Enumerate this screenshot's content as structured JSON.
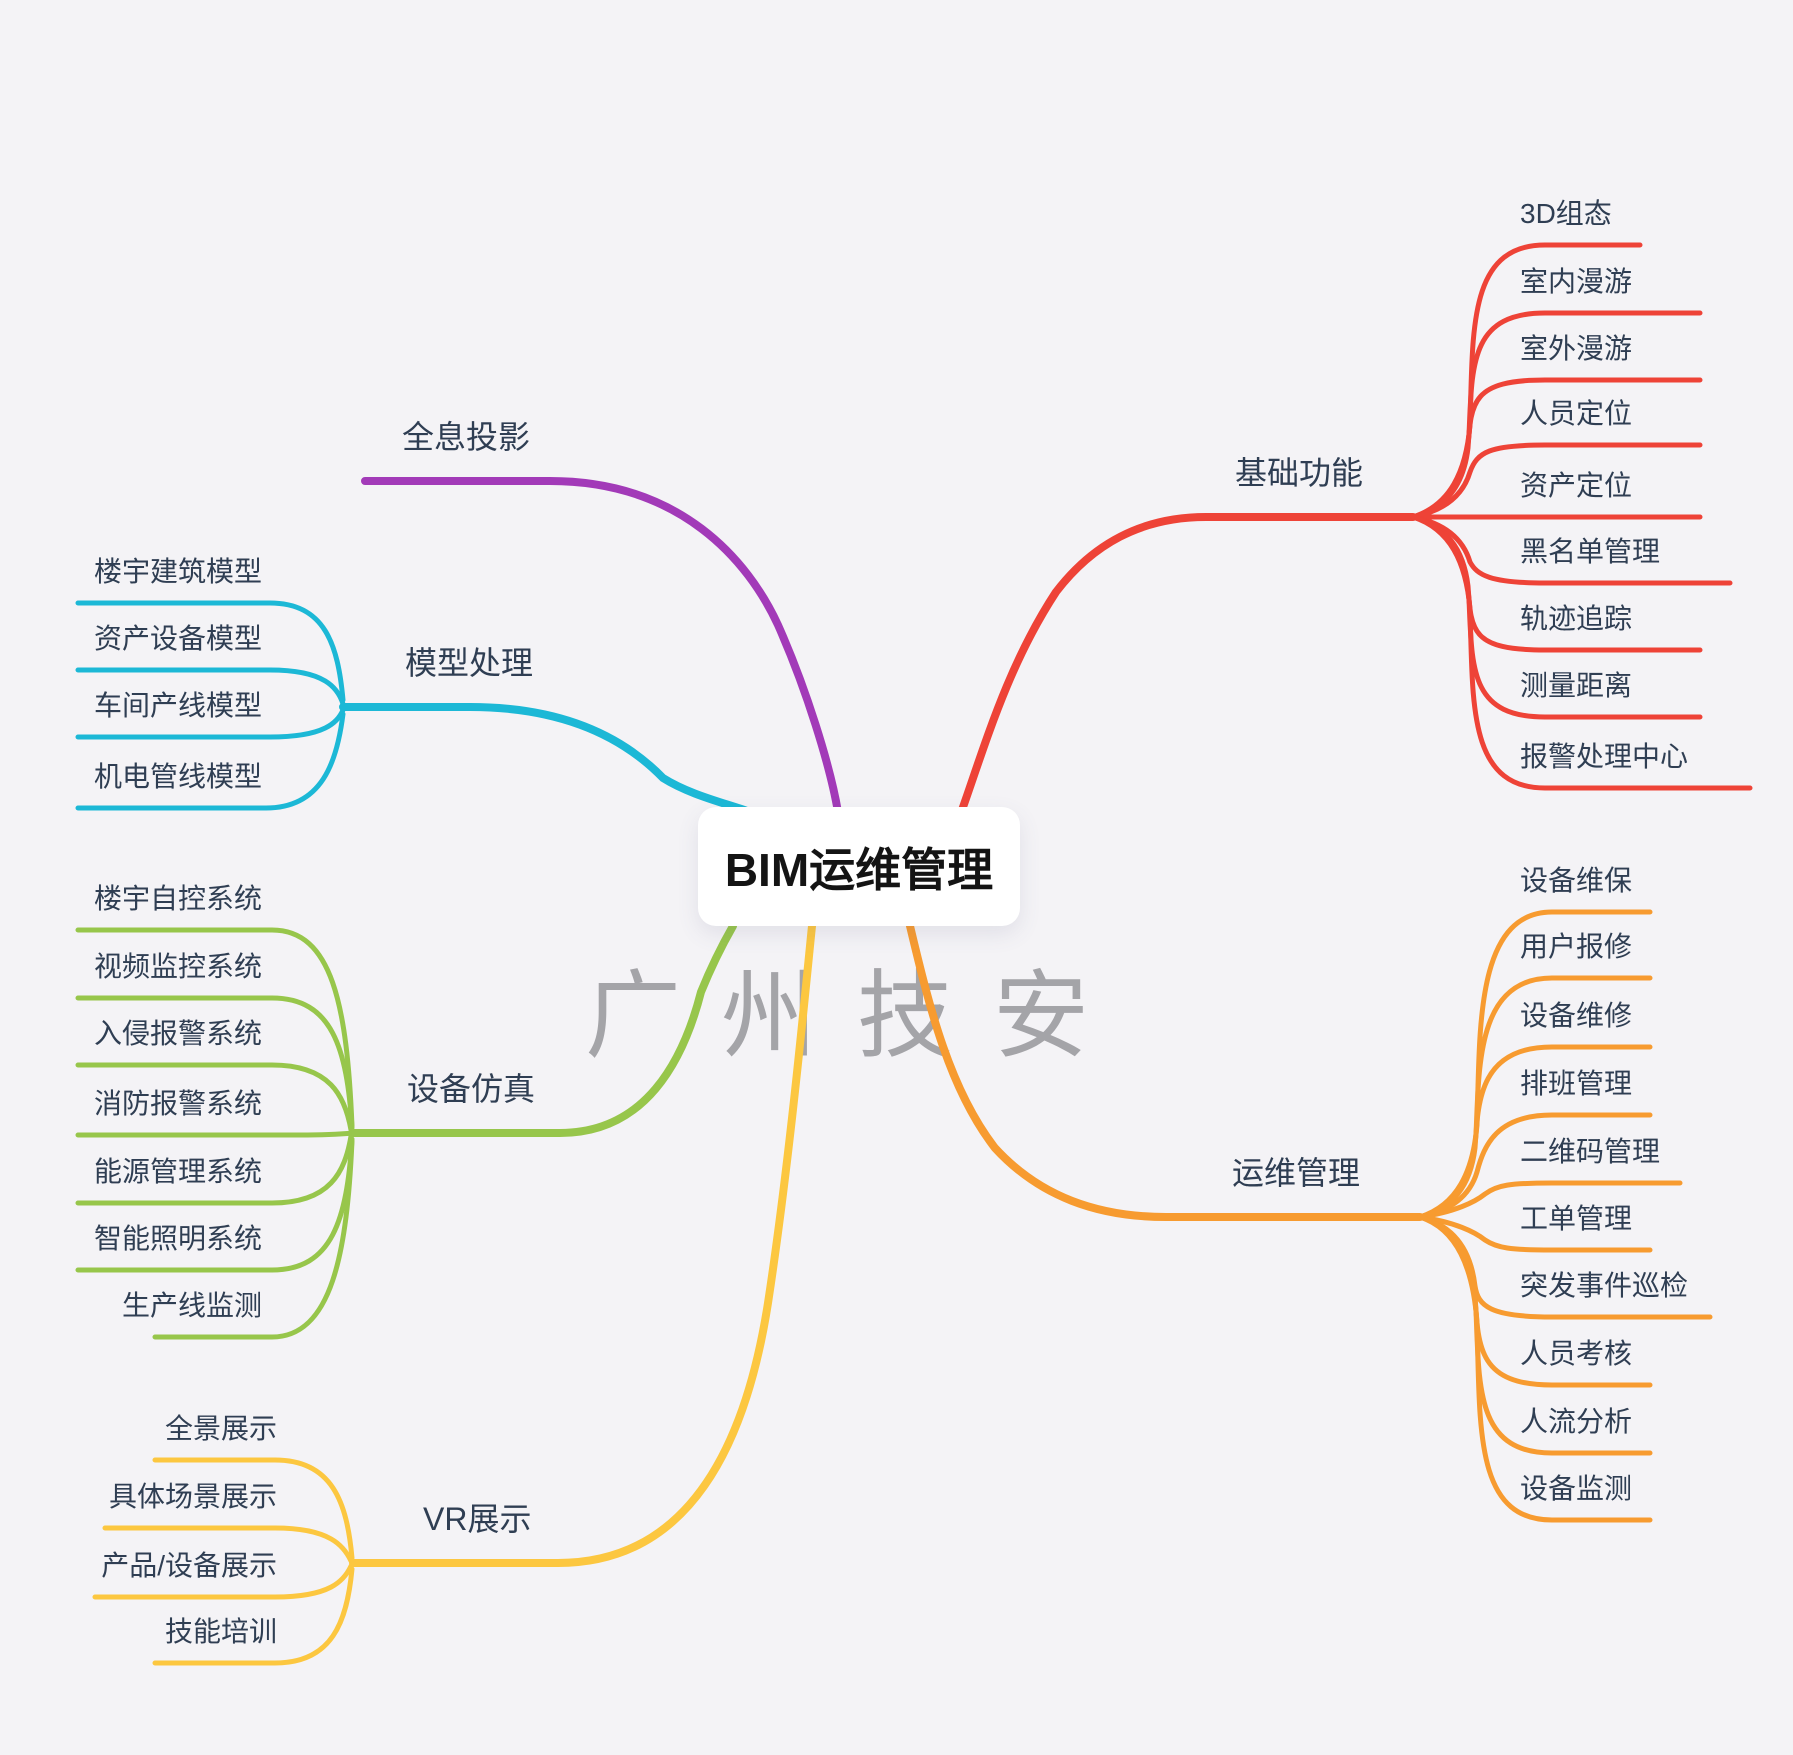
{
  "title": {
    "prefix": "BIM",
    "main": "运维管理"
  },
  "watermark": "广 州 技 安",
  "colors": {
    "background": "#f4f3f6",
    "label_text": "#2f3e53",
    "purple": "#a23ab8",
    "cyan": "#1cb8d6",
    "green": "#97c64b",
    "yellow": "#fcc740",
    "red": "#ee4337",
    "orange": "#f79b30"
  },
  "branches": [
    {
      "label": "全息投影",
      "color": "#a23ab8",
      "children": []
    },
    {
      "label": "模型处理",
      "color": "#1cb8d6",
      "children": [
        "楼宇建筑模型",
        "资产设备模型",
        "车间产线模型",
        "机电管线模型"
      ]
    },
    {
      "label": "设备仿真",
      "color": "#97c64b",
      "children": [
        "楼宇自控系统",
        "视频监控系统",
        "入侵报警系统",
        "消防报警系统",
        "能源管理系统",
        "智能照明系统",
        "生产线监测"
      ]
    },
    {
      "label": "VR展示",
      "color": "#fcc740",
      "children": [
        "全景展示",
        "具体场景展示",
        "产品/设备展示",
        "技能培训"
      ]
    },
    {
      "label": "基础功能",
      "color": "#ee4337",
      "children": [
        "3D组态",
        "室内漫游",
        "室外漫游",
        "人员定位",
        "资产定位",
        "黑名单管理",
        "轨迹追踪",
        "测量距离",
        "报警处理中心"
      ]
    },
    {
      "label": "运维管理",
      "color": "#f79b30",
      "children": [
        "设备维保",
        "用户报修",
        "设备维修",
        "排班管理",
        "二维码管理",
        "工单管理",
        "突发事件巡检",
        "人员考核",
        "人流分析",
        "设备监测"
      ]
    }
  ]
}
